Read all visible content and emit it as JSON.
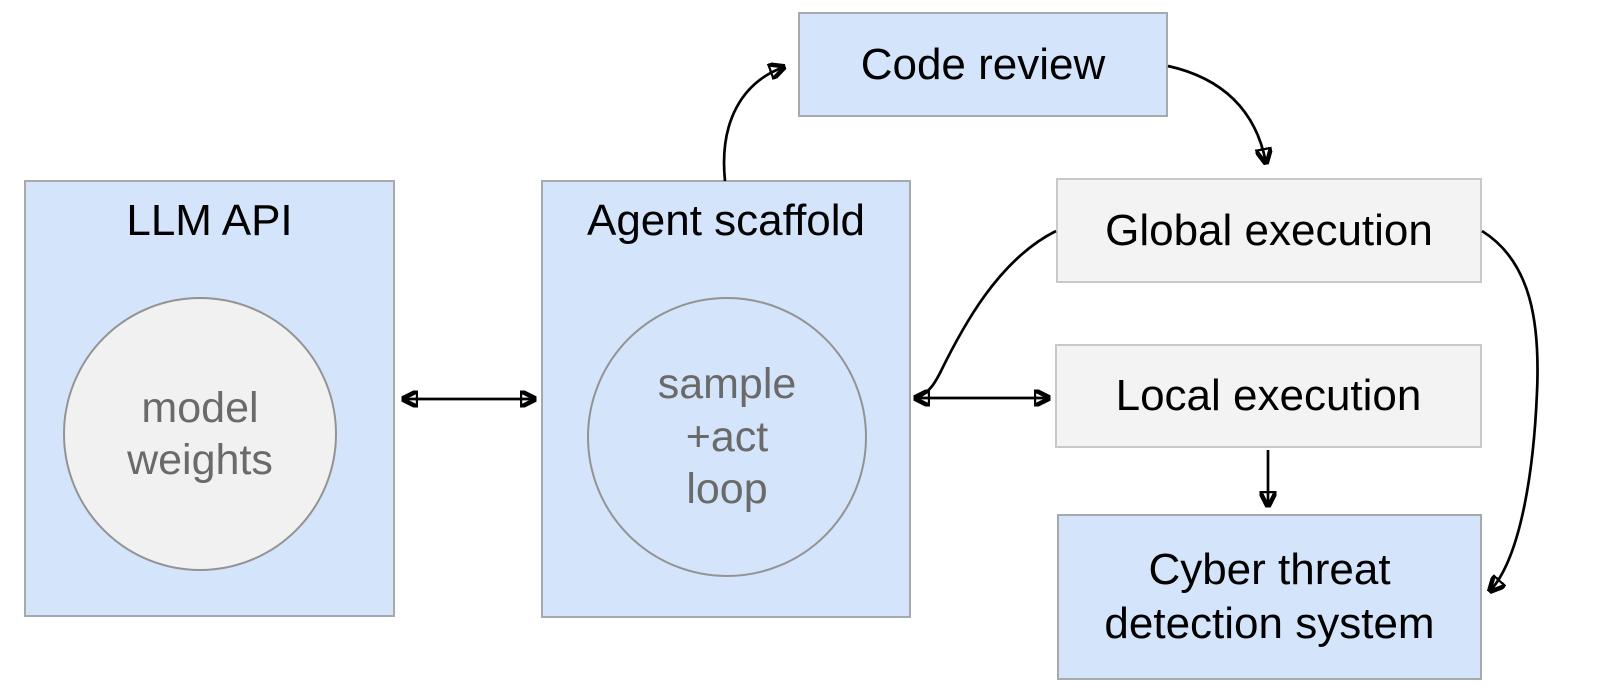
{
  "diagram": {
    "title": "Agent / execution environment diagram",
    "colors": {
      "background": "#ffffff",
      "blue_fill": "#d4e4fa",
      "gray_fill": "#f3f3f3",
      "blue_border": "#a6a9ad",
      "gray_border": "#c9c9c9",
      "circle_border": "#939393",
      "circle_fill": "#f1f1f1",
      "title_text": "#000000",
      "muted_text": "#6a6a6a",
      "arrow": "#000000"
    },
    "nodes": {
      "llm_api": {
        "label": "LLM API"
      },
      "model_weights": {
        "label": "model\nweights"
      },
      "agent_scaffold": {
        "label": "Agent scaffold"
      },
      "sample_act_loop": {
        "label": "sample\n+act\nloop"
      },
      "code_review": {
        "label": "Code review"
      },
      "global_execution": {
        "label": "Global execution"
      },
      "local_execution": {
        "label": "Local execution"
      },
      "cyber_threat": {
        "label": "Cyber threat\ndetection system"
      }
    },
    "edges": [
      {
        "from": "llm_api",
        "to": "agent_scaffold",
        "direction": "bidirectional",
        "style": "straight"
      },
      {
        "from": "agent_scaffold",
        "to": "code_review",
        "direction": "forward",
        "style": "curved"
      },
      {
        "from": "code_review",
        "to": "global_execution",
        "direction": "forward",
        "style": "curved"
      },
      {
        "from": "global_execution",
        "to": "agent_scaffold",
        "direction": "forward",
        "style": "curved"
      },
      {
        "from": "agent_scaffold",
        "to": "local_execution",
        "direction": "bidirectional",
        "style": "straight"
      },
      {
        "from": "local_execution",
        "to": "cyber_threat",
        "direction": "forward",
        "style": "straight"
      },
      {
        "from": "global_execution",
        "to": "cyber_threat",
        "direction": "forward",
        "style": "curved"
      }
    ]
  }
}
